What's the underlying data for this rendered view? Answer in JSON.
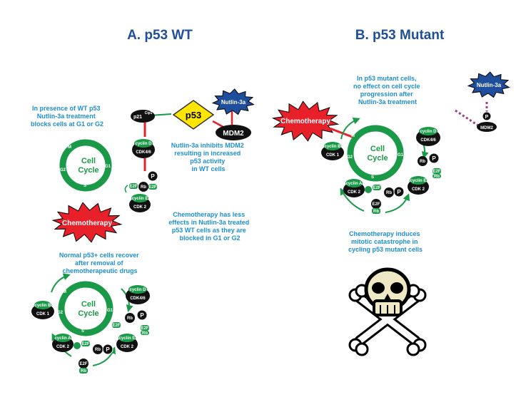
{
  "panel_a": {
    "title": "A. p53 WT",
    "note_1": [
      "In presence of WT p53",
      "Nutlin-3a treatment",
      "blocks cells at G1 or G2"
    ],
    "note_2": [
      "Nutlin-3a inhibits MDM2",
      "resulting in increased",
      "p53 activity",
      "in WT  cells"
    ],
    "note_3": [
      "Chemotherapy has less",
      "effects in Nutlin-3a treated",
      "p53 WT  cells as they are",
      "blocked in G1 or G2"
    ],
    "note_4": [
      "Normal p53+ cells recover",
      "after removal of",
      "chemotherapeutic drugs"
    ]
  },
  "panel_b": {
    "title": "B. p53 Mutant",
    "note_1": [
      "In p53 mutant cells,",
      "no effect on cell cycle",
      "progression after",
      "Nutlin-3a treatment"
    ],
    "note_2": [
      "Chemotherapy induces",
      "mitotic catastrophe in",
      "cycling p53 mutant cells"
    ]
  },
  "labels": {
    "p53": "p53",
    "mdm2": "MDM2",
    "nutlin": "Nutlin-3a",
    "chemo": "Chemotherapy",
    "p21": "p21",
    "cip1": "Cip1",
    "cell": "Cell",
    "cycle": "Cycle",
    "cyclin_d": "cyclin D",
    "cdk46": "CDK4/6",
    "cyclin_e": "cyclin E",
    "cyclin_a": "cyclin A",
    "cyclin_b": "cyclin B",
    "cdk2": "CDK 2",
    "cdk1": "CDK 1",
    "rb": "Rb",
    "p": "P",
    "e2f": "E2F",
    "m": "M",
    "g1": "G1",
    "g2": "G2",
    "s": "S"
  },
  "colors": {
    "title": "#1f4e9c",
    "note": "#1d8fd6",
    "green": "#1a9a48",
    "chemo": "#e8202a",
    "nutlin": "#1f4e9c",
    "p53": "#ffe600",
    "inhibit": "#e8202a",
    "dotted": "#a0408c"
  }
}
